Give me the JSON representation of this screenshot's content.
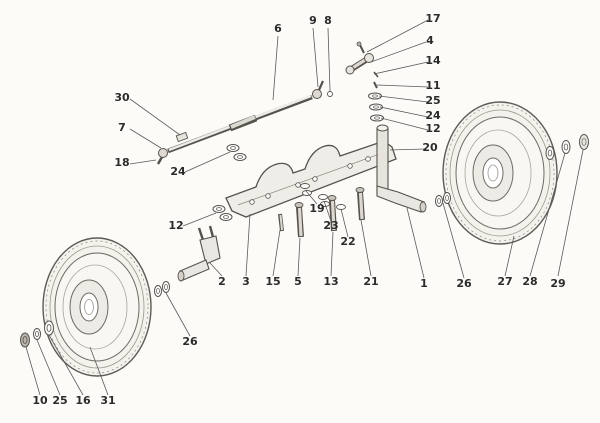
{
  "diagram": {
    "type": "exploded-parts-diagram",
    "subject": "front axle and wheel assembly",
    "background_color": "#fcfbf8",
    "line_color": "#55524c",
    "label_color": "#2b2b2b",
    "callouts": [
      {
        "text": "17"
      },
      {
        "text": "4"
      },
      {
        "text": "14"
      },
      {
        "text": "11"
      },
      {
        "text": "25"
      },
      {
        "text": "24"
      },
      {
        "text": "12"
      },
      {
        "text": "20"
      },
      {
        "text": "6"
      },
      {
        "text": "9"
      },
      {
        "text": "8"
      },
      {
        "text": "30"
      },
      {
        "text": "7"
      },
      {
        "text": "18"
      },
      {
        "text": "24"
      },
      {
        "text": "12"
      },
      {
        "text": "19"
      },
      {
        "text": "23"
      },
      {
        "text": "22"
      },
      {
        "text": "2"
      },
      {
        "text": "3"
      },
      {
        "text": "15"
      },
      {
        "text": "5"
      },
      {
        "text": "13"
      },
      {
        "text": "21"
      },
      {
        "text": "1"
      },
      {
        "text": "26"
      },
      {
        "text": "27"
      },
      {
        "text": "28"
      },
      {
        "text": "29"
      },
      {
        "text": "26"
      },
      {
        "text": "10"
      },
      {
        "text": "25"
      },
      {
        "text": "16"
      },
      {
        "text": "31"
      }
    ]
  }
}
